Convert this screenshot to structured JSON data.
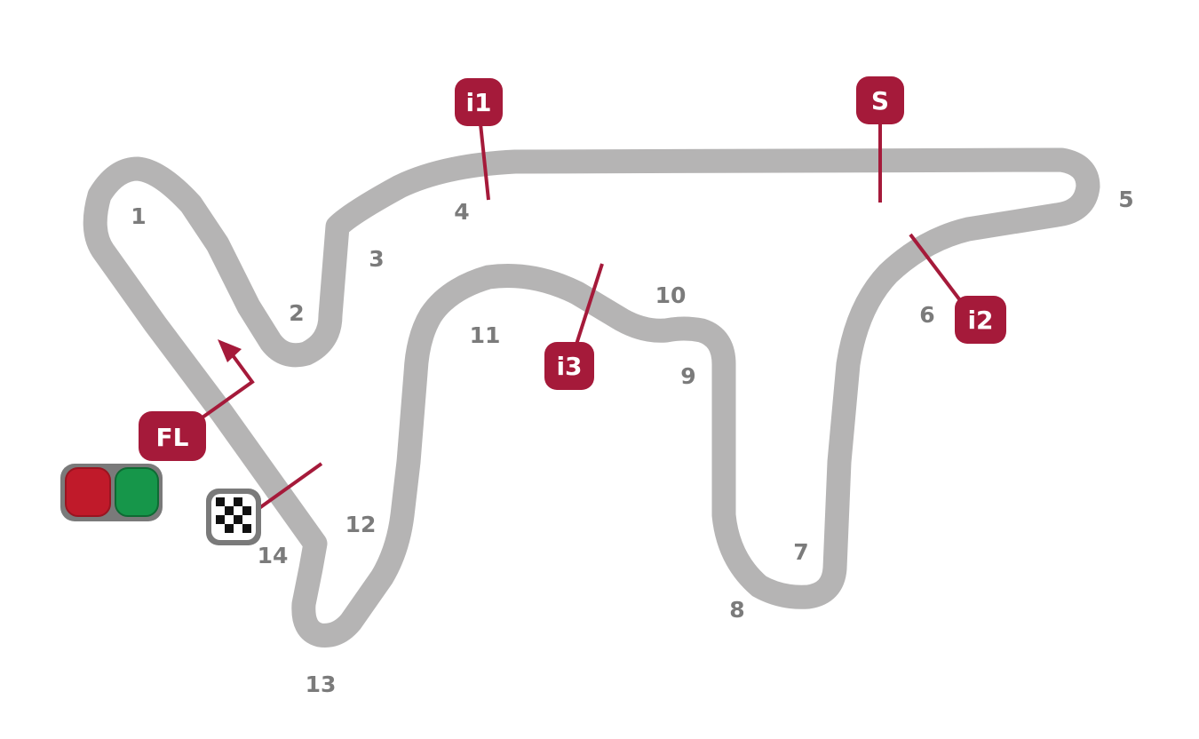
{
  "colors": {
    "track": "#b5b4b4",
    "marker": "#a51a3a",
    "turn_label": "#7b7b7b",
    "light_red": "#c01a2a",
    "light_green": "#16964a",
    "light_housing": "#7a7a7a"
  },
  "turns": [
    "1",
    "2",
    "3",
    "4",
    "5",
    "6",
    "7",
    "8",
    "9",
    "10",
    "11",
    "12",
    "13",
    "14"
  ],
  "markers": {
    "i1": "i1",
    "i2": "i2",
    "i3": "i3",
    "start": "S",
    "fastest_lap": "FL"
  },
  "icons": [
    "start-lights-icon",
    "checkered-flag-icon",
    "direction-arrow-icon"
  ]
}
